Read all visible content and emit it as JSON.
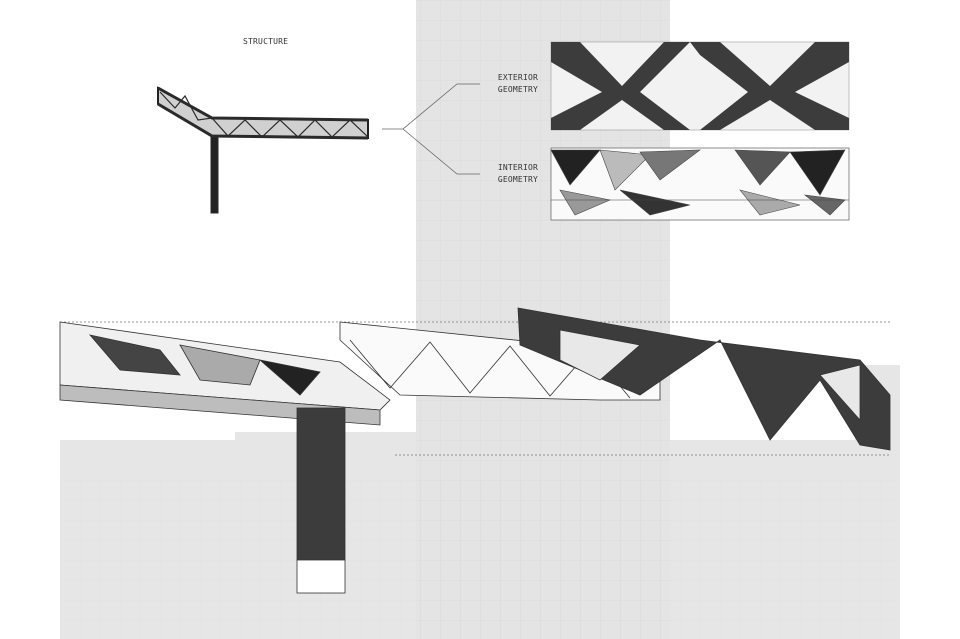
{
  "labels": {
    "structure": "STRUCTURE",
    "exterior_line1": "EXTERIOR",
    "exterior_line2": "GEOMETRY",
    "interior_line1": "INTERIOR",
    "interior_line2": "GEOMETRY"
  },
  "colors": {
    "dark_panel": "#3c3c3c",
    "background_gray": "#e6e6e6",
    "column_gray": "#e3e3e3",
    "line": "#555555"
  }
}
